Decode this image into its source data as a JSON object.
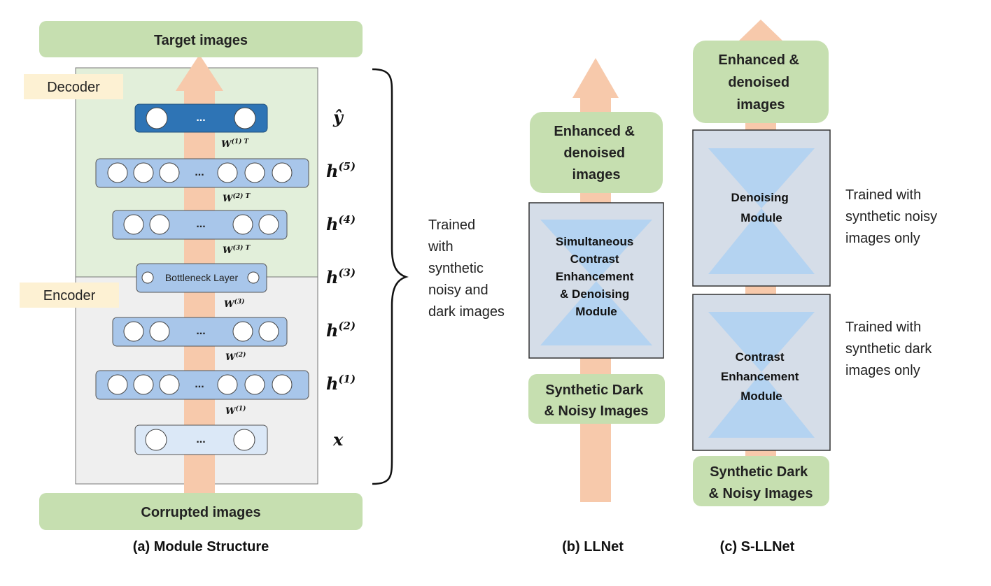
{
  "panel_a": {
    "top": "Target images",
    "bottom": "Corrupted images",
    "decoder": "Decoder",
    "encoder": "Encoder",
    "bottleneck": "Bottleneck Layer",
    "ellipsis": "...",
    "caption": "(a) Module Structure",
    "var_y": "ŷ",
    "var_h5": "h",
    "sup_h5": "(5)",
    "var_h4": "h",
    "sup_h4": "(4)",
    "var_h3": "h",
    "sup_h3": "(3)",
    "var_h2": "h",
    "sup_h2": "(2)",
    "var_h1": "h",
    "sup_h1": "(1)",
    "var_x": "x",
    "w1t": "W",
    "w1t_sup": "(1) T",
    "w2t": "W",
    "w2t_sup": "(2) T",
    "w3t": "W",
    "w3t_sup": "(3) T",
    "w3": "W",
    "w3_sup": "(3)",
    "w2": "W",
    "w2_sup": "(2)",
    "w1": "W",
    "w1_sup": "(1)",
    "trained_lines": [
      "Trained",
      "with",
      "synthetic",
      "noisy and",
      "dark images"
    ]
  },
  "panel_b": {
    "output_lines": [
      "Enhanced &",
      "denoised",
      "images"
    ],
    "module_lines": [
      "Simultaneous",
      "Contrast",
      "Enhancement",
      "& Denoising",
      "Module"
    ],
    "input_lines": [
      "Synthetic Dark",
      "& Noisy Images"
    ],
    "caption": "(b) LLNet"
  },
  "panel_c": {
    "output_lines": [
      "Enhanced &",
      "denoised",
      "images"
    ],
    "denoise_lines": [
      "Denoising",
      "Module"
    ],
    "contrast_lines": [
      "Contrast",
      "Enhancement",
      "Module"
    ],
    "input_lines": [
      "Synthetic Dark",
      "& Noisy Images"
    ],
    "note_noisy": [
      "Trained with",
      "synthetic noisy",
      "images only"
    ],
    "note_dark": [
      "Trained with",
      "synthetic dark",
      "images only"
    ],
    "caption": "(c) S-LLNet"
  },
  "colors": {
    "green_box": "#c6dfb0",
    "decoder_bg": "#e2efda",
    "encoder_bg": "#efefef",
    "label_tag": "#fdf1d3",
    "arrow": "#f7c9ab",
    "layer_blue": "#a8c6ea",
    "layer_pale": "#dbe8f7",
    "layer_dark": "#2e74b5",
    "module_bg": "#d5dde8",
    "hourglass": "#b4d3f1"
  }
}
